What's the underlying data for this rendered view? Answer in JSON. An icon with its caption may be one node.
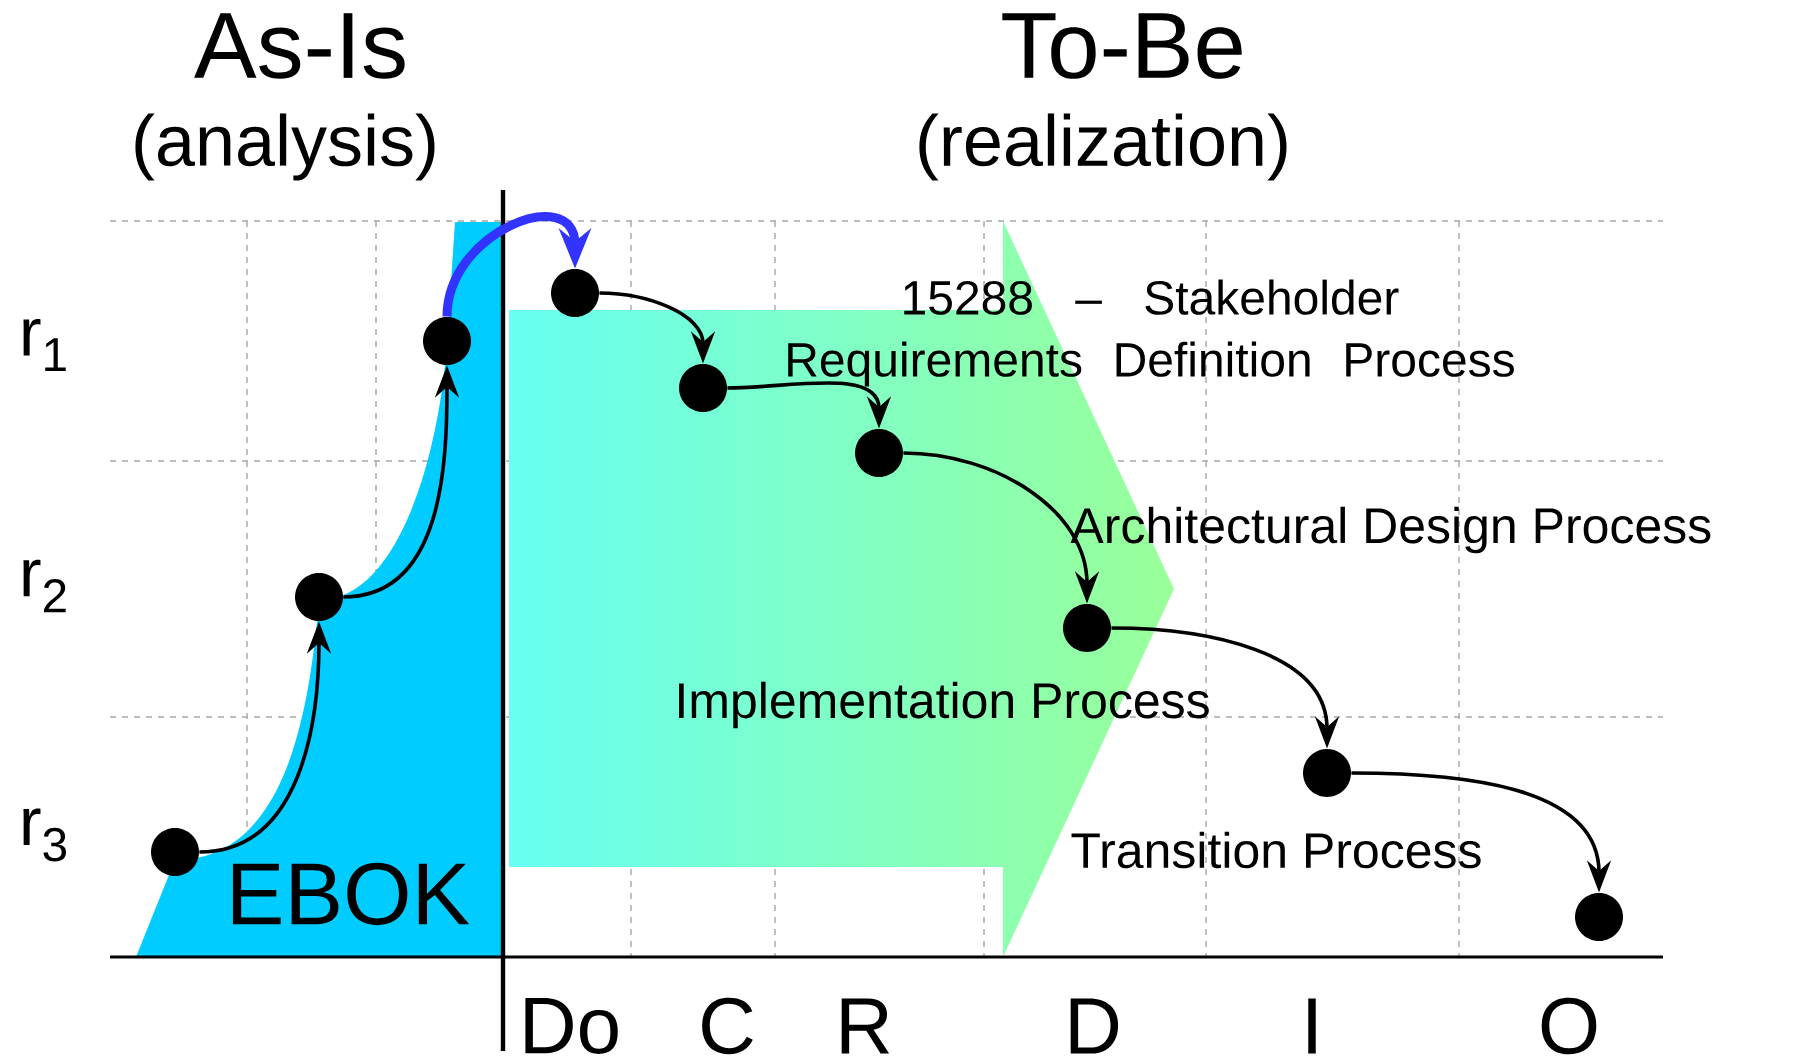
{
  "diagram": {
    "nodes": [
      {
        "text": [],
        "shape": "circle"
      },
      {
        "text": [],
        "shape": "circle"
      },
      {
        "text": [],
        "shape": "circle"
      },
      {
        "text": [],
        "shape": "circle"
      },
      {
        "text": [],
        "shape": "circle"
      },
      {
        "text": [],
        "shape": "circle"
      },
      {
        "text": [],
        "shape": "circle"
      },
      {
        "text": [],
        "shape": "circle"
      },
      {
        "text": [],
        "shape": "circle"
      }
    ],
    "edges": [
      {
        "from": 0,
        "to": 1,
        "arrow": "to"
      },
      {
        "from": 1,
        "to": 2,
        "arrow": "to"
      },
      {
        "from": 2,
        "to": 3,
        "arrow": "to",
        "style": "thick",
        "color": "#3333ff"
      },
      {
        "from": 3,
        "to": 4,
        "arrow": "to"
      },
      {
        "from": 4,
        "to": 5,
        "arrow": "to"
      },
      {
        "from": 5,
        "to": 6,
        "arrow": "to"
      },
      {
        "from": 6,
        "to": 7,
        "arrow": "to"
      },
      {
        "from": 7,
        "to": 8,
        "arrow": "to"
      }
    ],
    "labels": [
      "As-Is",
      "(analysis)",
      "To-Be",
      "(realization)",
      "r$_{1}$",
      "r$_{2}$",
      "r$_{3}$",
      "EBOK",
      "15288 – Stakeholder Requirements Definition Process",
      "Architectural Design Process",
      "Implementation Process",
      "Transition Process",
      "Do",
      "C",
      "R",
      "D",
      "I",
      "O"
    ]
  }
}
